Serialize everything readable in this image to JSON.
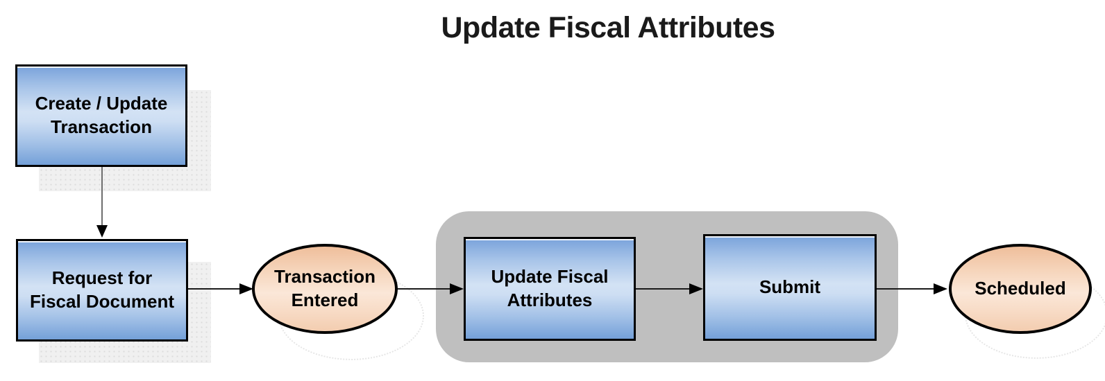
{
  "title": "Update Fiscal Attributes",
  "diagram": {
    "type": "flowchart",
    "nodes": [
      {
        "id": "create-update-transaction",
        "shape": "rectangle",
        "label": "Create / Update\nTransaction",
        "in_group": false
      },
      {
        "id": "request-for-fiscal-document",
        "shape": "rectangle",
        "label": "Request for\nFiscal Document",
        "in_group": false
      },
      {
        "id": "transaction-entered",
        "shape": "ellipse",
        "label": "Transaction\nEntered",
        "in_group": false
      },
      {
        "id": "update-fiscal-attributes",
        "shape": "rectangle",
        "label": "Update Fiscal\nAttributes",
        "in_group": true
      },
      {
        "id": "submit",
        "shape": "rectangle",
        "label": "Submit",
        "in_group": true
      },
      {
        "id": "scheduled",
        "shape": "ellipse",
        "label": "Scheduled",
        "in_group": false
      }
    ],
    "edges": [
      {
        "from": "create-update-transaction",
        "to": "request-for-fiscal-document",
        "direction": "down"
      },
      {
        "from": "request-for-fiscal-document",
        "to": "transaction-entered",
        "direction": "right"
      },
      {
        "from": "transaction-entered",
        "to": "update-fiscal-attributes",
        "direction": "right"
      },
      {
        "from": "update-fiscal-attributes",
        "to": "submit",
        "direction": "right"
      },
      {
        "from": "submit",
        "to": "scheduled",
        "direction": "right"
      }
    ],
    "colors": {
      "process_fill_top": "#7AA3DB",
      "process_fill_light": "#D3E2F4",
      "process_fill_bottom": "#74A0D8",
      "state_fill_top": "#EFBE9B",
      "state_fill_light": "#FBE7D8",
      "state_fill_bottom": "#F3CDB0",
      "group_fill": "#BFBFBF",
      "node_border": "#000000",
      "title_color": "#1A1A1A"
    }
  }
}
